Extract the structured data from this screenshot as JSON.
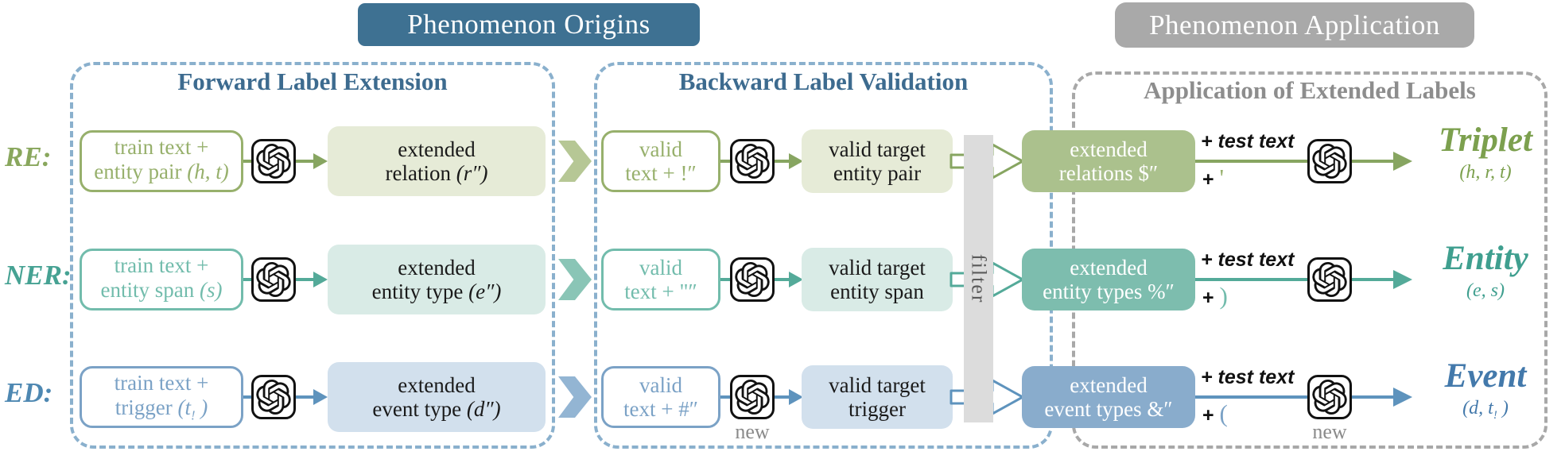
{
  "badges": {
    "origins": "Phenomenon Origins",
    "application": "Phenomenon Application"
  },
  "sections": {
    "forward": {
      "title": "Forward Label Extension"
    },
    "backward": {
      "title": "Backward Label Validation"
    },
    "application": {
      "title": "Application of Extended Labels"
    }
  },
  "filter_label": "filter",
  "icons": {
    "gpt": "openai-logo in rounded square",
    "section_chevron": "solid chevron arrow between sections",
    "block_arrow": "hollow block arrow through filter bar"
  },
  "colors": {
    "origins_badge_bg": "#3e7192",
    "application_badge_bg": "#a9a9a9",
    "section_border_blue": "#8ab0cd",
    "section_border_gray": "#a8a8a8",
    "section_title_blue": "#3d6b8f",
    "section_title_gray": "#8d8d8d",
    "filter_bar_bg": "#dcdcdc"
  },
  "rows": [
    {
      "id": "RE",
      "label": "RE:",
      "colors": {
        "accent": "#97b06c",
        "light_fill": "#e6ebd7",
        "strong_fill": "#abc18d",
        "arrow": "#87a561",
        "result": "#7ca04e"
      },
      "forward": {
        "input_line1": "train text +",
        "input_line2": "entity pair ",
        "input_math_a": "(h, t)",
        "input_math_sub": "",
        "input_math_b": "",
        "output_line1": "extended",
        "output_line2": "relation ",
        "output_math": "(r″)"
      },
      "backward": {
        "input_line1": "valid",
        "input_line2": "text + !″",
        "valid_line1": "valid target",
        "valid_line2": "entity pair",
        "extended_line1": "extended",
        "extended_line2": "relations $″"
      },
      "application": {
        "plus_top": "+ test text",
        "plus_prefix": "+ ",
        "plus_symbol": "'",
        "result": "Triplet",
        "result_math_a": "(h, r, t)",
        "result_math_sub": "",
        "result_math_b": ""
      },
      "new_label": ""
    },
    {
      "id": "NER",
      "label": "NER:",
      "colors": {
        "accent": "#72bcac",
        "light_fill": "#d9ebe6",
        "strong_fill": "#7dbdae",
        "arrow": "#54aa99",
        "result": "#3f9f8f"
      },
      "forward": {
        "input_line1": "train text +",
        "input_line2": "entity span ",
        "input_math_a": "(s)",
        "input_math_sub": "",
        "input_math_b": "",
        "output_line1": "extended",
        "output_line2": "entity type ",
        "output_math": "(e″)"
      },
      "backward": {
        "input_line1": "valid",
        "input_line2": "text + \"″",
        "valid_line1": "valid target",
        "valid_line2": "entity span",
        "extended_line1": "extended",
        "extended_line2": "entity types %″"
      },
      "application": {
        "plus_top": "+ test text",
        "plus_prefix": "+ ",
        "plus_symbol": ")",
        "result": "Entity",
        "result_math_a": "(e, s)",
        "result_math_sub": "",
        "result_math_b": ""
      },
      "new_label": ""
    },
    {
      "id": "ED",
      "label": "ED:",
      "colors": {
        "accent": "#7ba2c6",
        "light_fill": "#d2e0ed",
        "strong_fill": "#89accc",
        "arrow": "#5e93bd",
        "result": "#4379ab"
      },
      "forward": {
        "input_line1": "train text +",
        "input_line2": "trigger ",
        "input_math_a": "(t",
        "input_math_sub": "!",
        "input_math_b": " )",
        "output_line1": "extended",
        "output_line2": "event type ",
        "output_math": "(d″)"
      },
      "backward": {
        "input_line1": "valid",
        "input_line2": "text + #″",
        "valid_line1": "valid target",
        "valid_line2": "trigger",
        "extended_line1": "extended",
        "extended_line2": "event types &″"
      },
      "application": {
        "plus_top": "+ test text",
        "plus_prefix": "+ ",
        "plus_symbol": "(",
        "result": "Event",
        "result_math_a": "(d, t",
        "result_math_sub": "!",
        "result_math_b": " )"
      },
      "new_label": "new"
    }
  ]
}
